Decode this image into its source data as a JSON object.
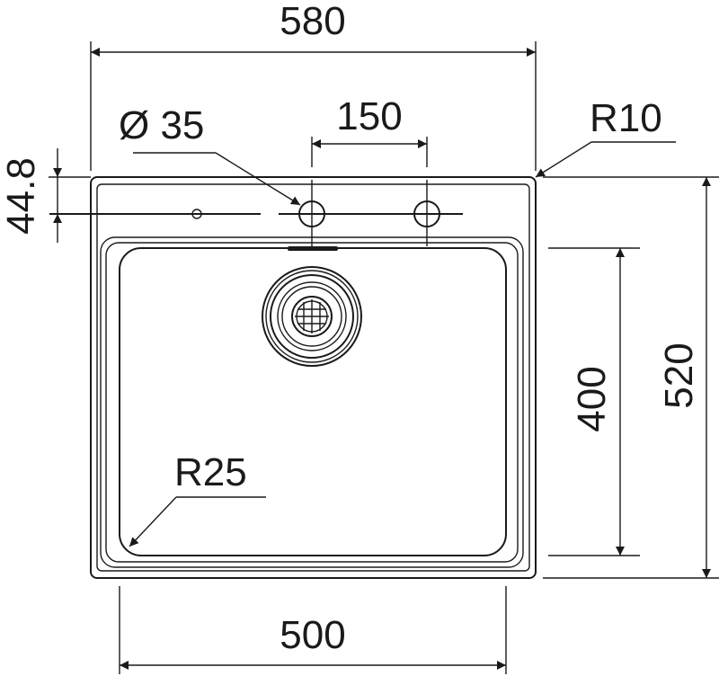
{
  "dimensions": {
    "overall_width": "580",
    "bowl_width": "500",
    "overall_depth": "520",
    "bowl_depth": "400",
    "tap_hole_spacing": "150",
    "tap_hole_diameter": "Ø 35",
    "tap_hole_offset": "44.8",
    "outer_corner_radius": "R10",
    "bowl_corner_radius": "R25"
  },
  "colors": {
    "line": "#1a1a1a",
    "background": "#ffffff"
  }
}
